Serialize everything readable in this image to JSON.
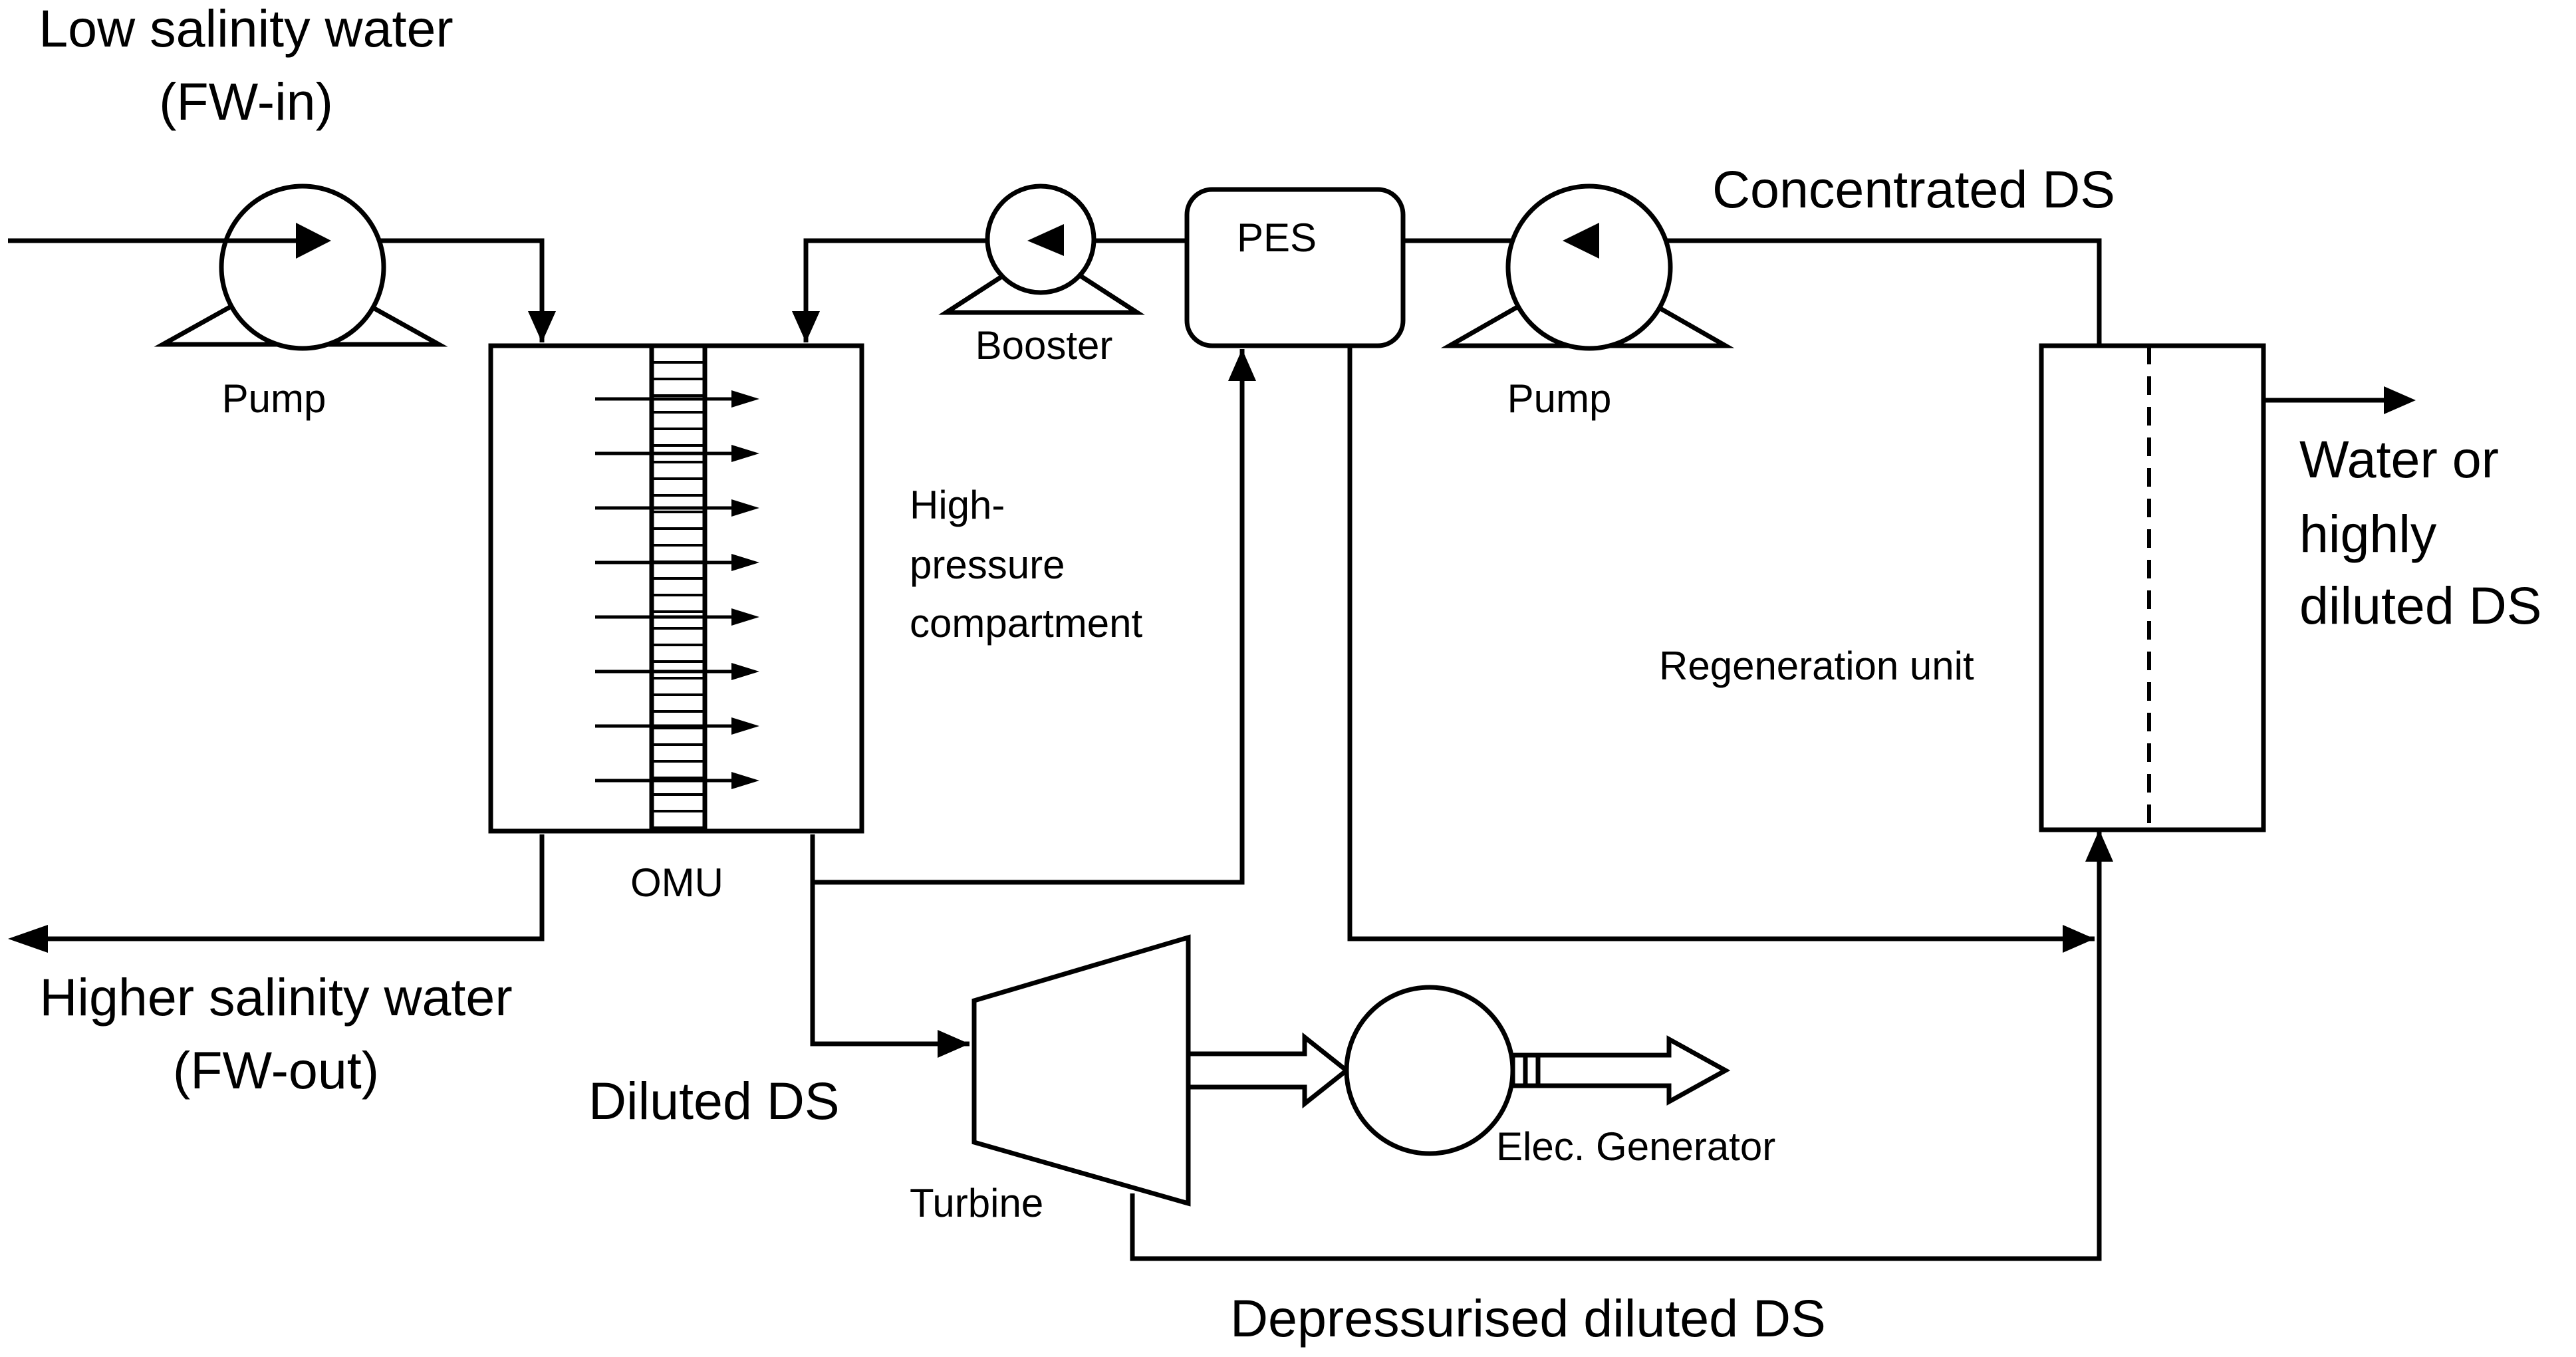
{
  "labels": {
    "fw_in_line1": "Low salinity water",
    "fw_in_line2": "(FW-in)",
    "pump_left": "Pump",
    "booster": "Booster",
    "pes": "PES",
    "pump_right": "Pump",
    "concentrated_ds": "Concentrated DS",
    "hp_line1": "High-",
    "hp_line2": "pressure",
    "hp_line3": "compartment",
    "regeneration_unit": "Regeneration unit",
    "water_out_line1": "Water or",
    "water_out_line2": "highly",
    "water_out_line3": "diluted DS",
    "omu": "OMU",
    "fw_out_line1": "Higher salinity water",
    "fw_out_line2": "(FW-out)",
    "diluted_ds": "Diluted DS",
    "turbine": "Turbine",
    "generator": "Elec. Generator",
    "depressurised_ds": "Depressurised diluted DS"
  }
}
